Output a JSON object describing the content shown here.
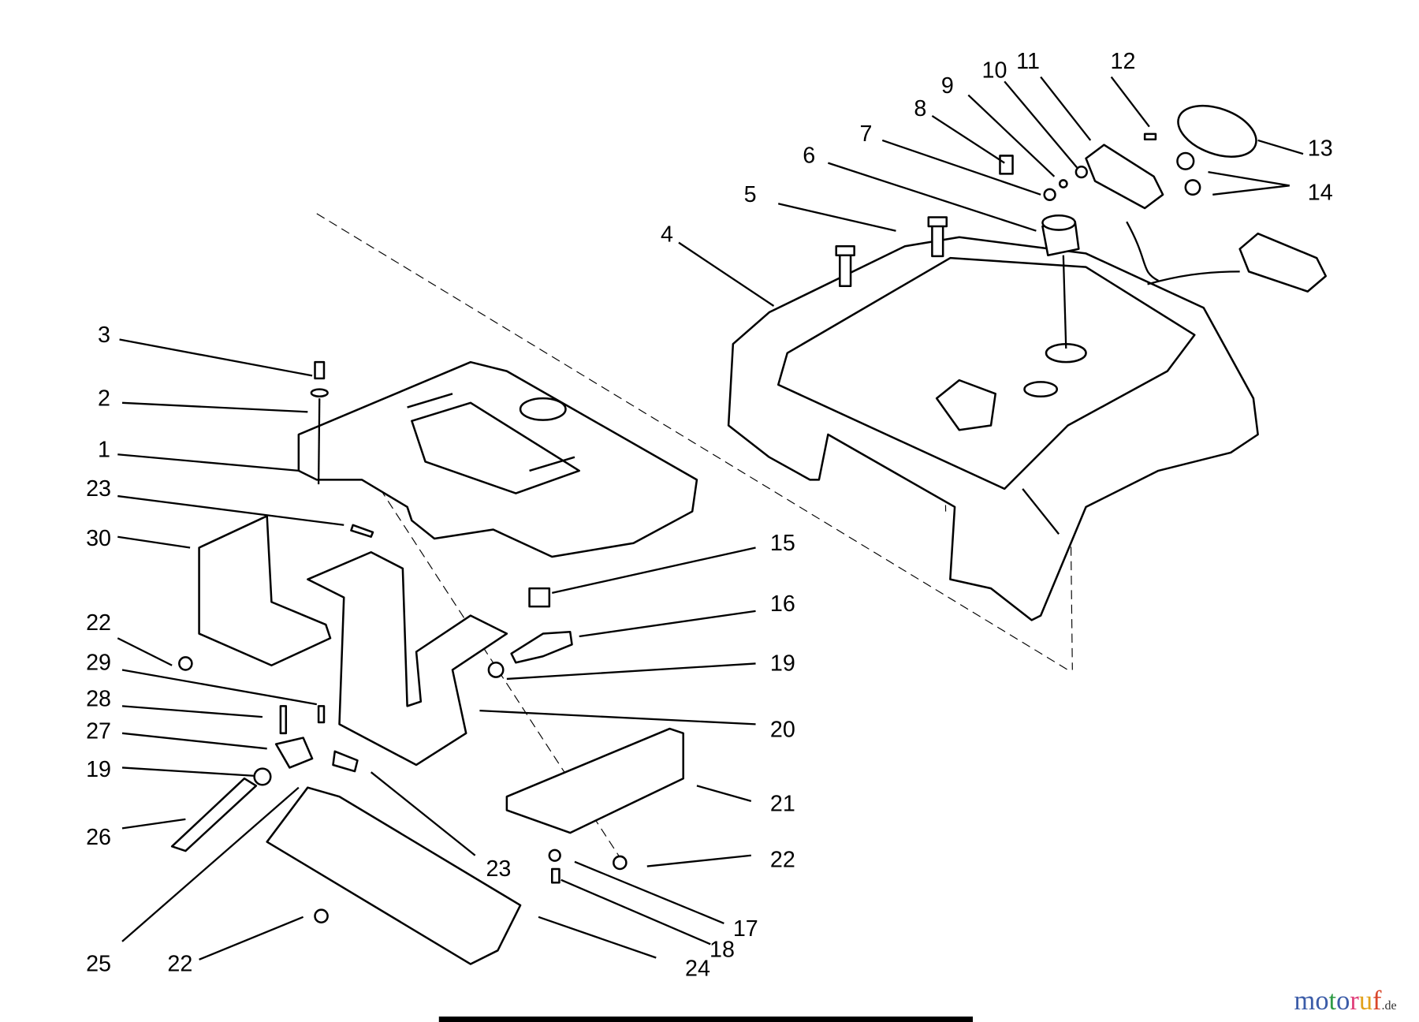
{
  "labels": [
    {
      "id": "1",
      "text": "1"
    },
    {
      "id": "2",
      "text": "2"
    },
    {
      "id": "3",
      "text": "3"
    },
    {
      "id": "4",
      "text": "4"
    },
    {
      "id": "5",
      "text": "5"
    },
    {
      "id": "6",
      "text": "6"
    },
    {
      "id": "7",
      "text": "7"
    },
    {
      "id": "8",
      "text": "8"
    },
    {
      "id": "9",
      "text": "9"
    },
    {
      "id": "10",
      "text": "10"
    },
    {
      "id": "11",
      "text": "11"
    },
    {
      "id": "12",
      "text": "12"
    },
    {
      "id": "13",
      "text": "13"
    },
    {
      "id": "14",
      "text": "14"
    },
    {
      "id": "15",
      "text": "15"
    },
    {
      "id": "16",
      "text": "16"
    },
    {
      "id": "17",
      "text": "17"
    },
    {
      "id": "18",
      "text": "18"
    },
    {
      "id": "19a",
      "text": "19"
    },
    {
      "id": "19b",
      "text": "19"
    },
    {
      "id": "20",
      "text": "20"
    },
    {
      "id": "21",
      "text": "21"
    },
    {
      "id": "22a",
      "text": "22"
    },
    {
      "id": "22b",
      "text": "22"
    },
    {
      "id": "22c",
      "text": "22"
    },
    {
      "id": "23a",
      "text": "23"
    },
    {
      "id": "23b",
      "text": "23"
    },
    {
      "id": "24",
      "text": "24"
    },
    {
      "id": "25",
      "text": "25"
    },
    {
      "id": "26",
      "text": "26"
    },
    {
      "id": "27",
      "text": "27"
    },
    {
      "id": "28",
      "text": "28"
    },
    {
      "id": "29",
      "text": "29"
    },
    {
      "id": "30",
      "text": "30"
    }
  ],
  "watermark": {
    "main": "motoruf",
    "suffix": ".de",
    "colors": [
      "#3b5ca8",
      "#2e9b45",
      "#e0407a",
      "#e2a21b",
      "#d9462a"
    ]
  }
}
